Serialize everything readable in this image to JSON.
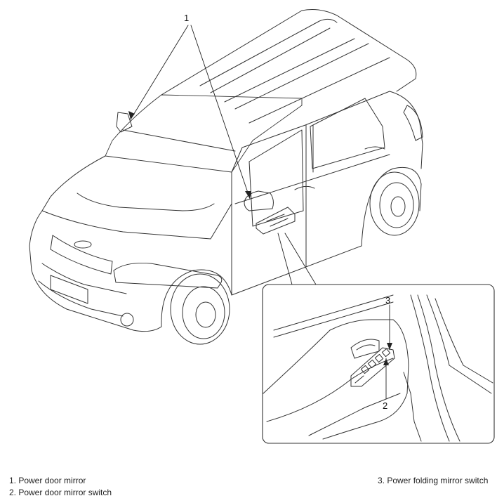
{
  "callouts": {
    "mirror": "1",
    "mirror_switch": "2",
    "folding_switch": "3"
  },
  "legend": {
    "item1": "1. Power door mirror",
    "item2": "2. Power door mirror switch",
    "item3": "3. Power folding mirror switch"
  },
  "colors": {
    "line": "#333333",
    "background": "#ffffff"
  }
}
